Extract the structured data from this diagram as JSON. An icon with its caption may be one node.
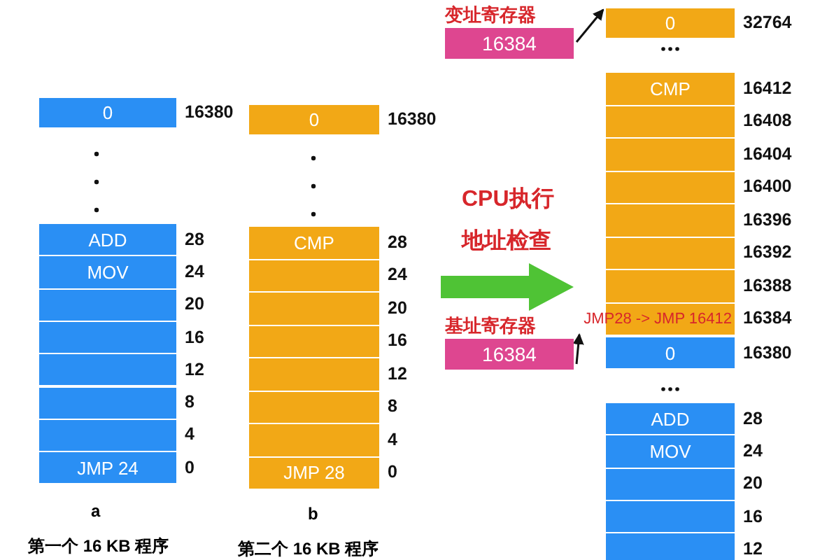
{
  "diagram": {
    "nodes": [
      {
        "text": [
          "0"
        ],
        "beside": [
          "16380"
        ]
      },
      {
        "text": [
          "ADD"
        ],
        "beside": [
          "28"
        ]
      },
      {
        "text": [
          "MOV"
        ],
        "beside": [
          "24"
        ]
      },
      {
        "text": [],
        "shape": "box",
        "beside": [
          "20"
        ]
      },
      {
        "text": [],
        "shape": "box",
        "beside": [
          "16"
        ]
      },
      {
        "text": [],
        "shape": "box",
        "beside": [
          "12"
        ]
      },
      {
        "text": [],
        "shape": "box",
        "beside": [
          "8"
        ]
      },
      {
        "text": [],
        "shape": "box",
        "beside": [
          "4"
        ]
      },
      {
        "text": [
          "JMP 24"
        ],
        "beside": [
          "0"
        ]
      },
      {
        "text": [
          "0"
        ],
        "beside": [
          "16380"
        ]
      },
      {
        "text": [
          "CMP"
        ],
        "beside": [
          "28"
        ]
      },
      {
        "text": [],
        "shape": "box",
        "beside": [
          "24"
        ]
      },
      {
        "text": [],
        "shape": "box",
        "beside": [
          "20"
        ]
      },
      {
        "text": [],
        "shape": "box",
        "beside": [
          "16"
        ]
      },
      {
        "text": [],
        "shape": "box",
        "beside": [
          "12"
        ]
      },
      {
        "text": [],
        "shape": "box",
        "beside": [
          "8"
        ]
      },
      {
        "text": [],
        "shape": "box",
        "beside": [
          "4"
        ]
      },
      {
        "text": [
          "JMP 28"
        ],
        "beside": [
          "0"
        ]
      },
      {
        "text": [
          "变址寄存器",
          "16384"
        ]
      },
      {
        "text": [
          "0"
        ],
        "beside": [
          "32764"
        ]
      },
      {
        "text": [
          "CMP"
        ],
        "beside": [
          "16412"
        ]
      },
      {
        "text": [],
        "shape": "box",
        "beside": [
          "16408"
        ]
      },
      {
        "text": [],
        "shape": "box",
        "beside": [
          "16404"
        ]
      },
      {
        "text": [],
        "shape": "box",
        "beside": [
          "16400"
        ]
      },
      {
        "text": [],
        "shape": "box",
        "beside": [
          "16396"
        ]
      },
      {
        "text": [],
        "shape": "box",
        "beside": [
          "16392"
        ]
      },
      {
        "text": [],
        "shape": "box",
        "beside": [
          "16388"
        ]
      },
      {
        "text": [
          "JMP28 -> JMP 16412"
        ],
        "beside": [
          "16384"
        ]
      },
      {
        "text": [
          "基址寄存器",
          "16384"
        ]
      },
      {
        "text": [
          "0"
        ],
        "beside": [
          "16380"
        ]
      },
      {
        "text": [
          "ADD"
        ],
        "beside": [
          "28"
        ]
      },
      {
        "text": [
          "MOV"
        ],
        "beside": [
          "24"
        ]
      },
      {
        "text": [],
        "shape": "box",
        "beside": [
          "20"
        ]
      },
      {
        "text": [],
        "shape": "box",
        "beside": [
          "16"
        ]
      },
      {
        "text": [],
        "shape": "box",
        "beside": [
          "12"
        ]
      }
    ],
    "edges": [
      {
        "from": 18,
        "to": 19,
        "arrow": "to"
      },
      {
        "from": 28,
        "to": 27,
        "arrow": "to"
      }
    ],
    "labels": [
      "CPU执行",
      "地址检查",
      "a",
      "b",
      "第一个 16 KB 程序",
      "第二个 16 KB 程序"
    ]
  }
}
